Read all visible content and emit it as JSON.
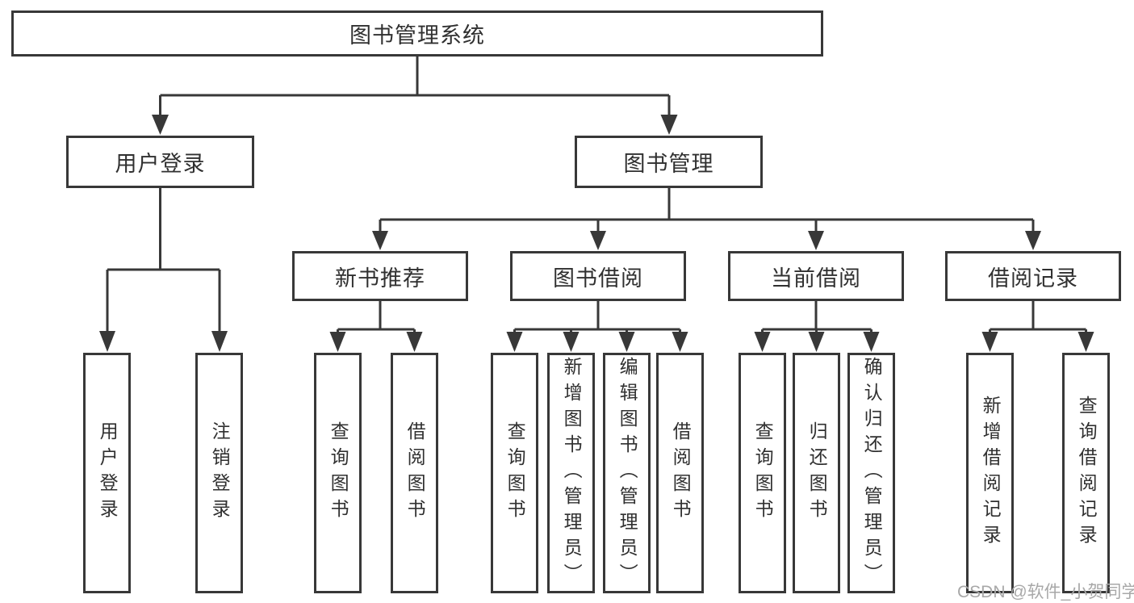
{
  "diagram": {
    "type": "hierarchy-tree",
    "root": {
      "label": "图书管理系统"
    },
    "branches": [
      {
        "label": "用户登录",
        "children": [
          {
            "label": "用户登录"
          },
          {
            "label": "注销登录"
          }
        ]
      },
      {
        "label": "图书管理",
        "children": [
          {
            "label": "新书推荐",
            "children": [
              {
                "label": "查询图书"
              },
              {
                "label": "借阅图书"
              }
            ]
          },
          {
            "label": "图书借阅",
            "children": [
              {
                "label": "查询图书"
              },
              {
                "label": "新增图书（管理员）"
              },
              {
                "label": "编辑图书（管理员）"
              },
              {
                "label": "借阅图书"
              }
            ]
          },
          {
            "label": "当前借阅",
            "children": [
              {
                "label": "查询图书"
              },
              {
                "label": "归还图书"
              },
              {
                "label": "确认归还（管理员）"
              }
            ]
          },
          {
            "label": "借阅记录",
            "children": [
              {
                "label": "新增借阅记录"
              },
              {
                "label": "查询借阅记录"
              }
            ]
          }
        ]
      }
    ],
    "watermark": "CSDN @软件_小贺同学",
    "colors": {
      "line": "#383838",
      "text": "#303030",
      "box_background": "#ffffff",
      "page_background": "#ffffff",
      "watermark": "#a8a8a8"
    }
  }
}
